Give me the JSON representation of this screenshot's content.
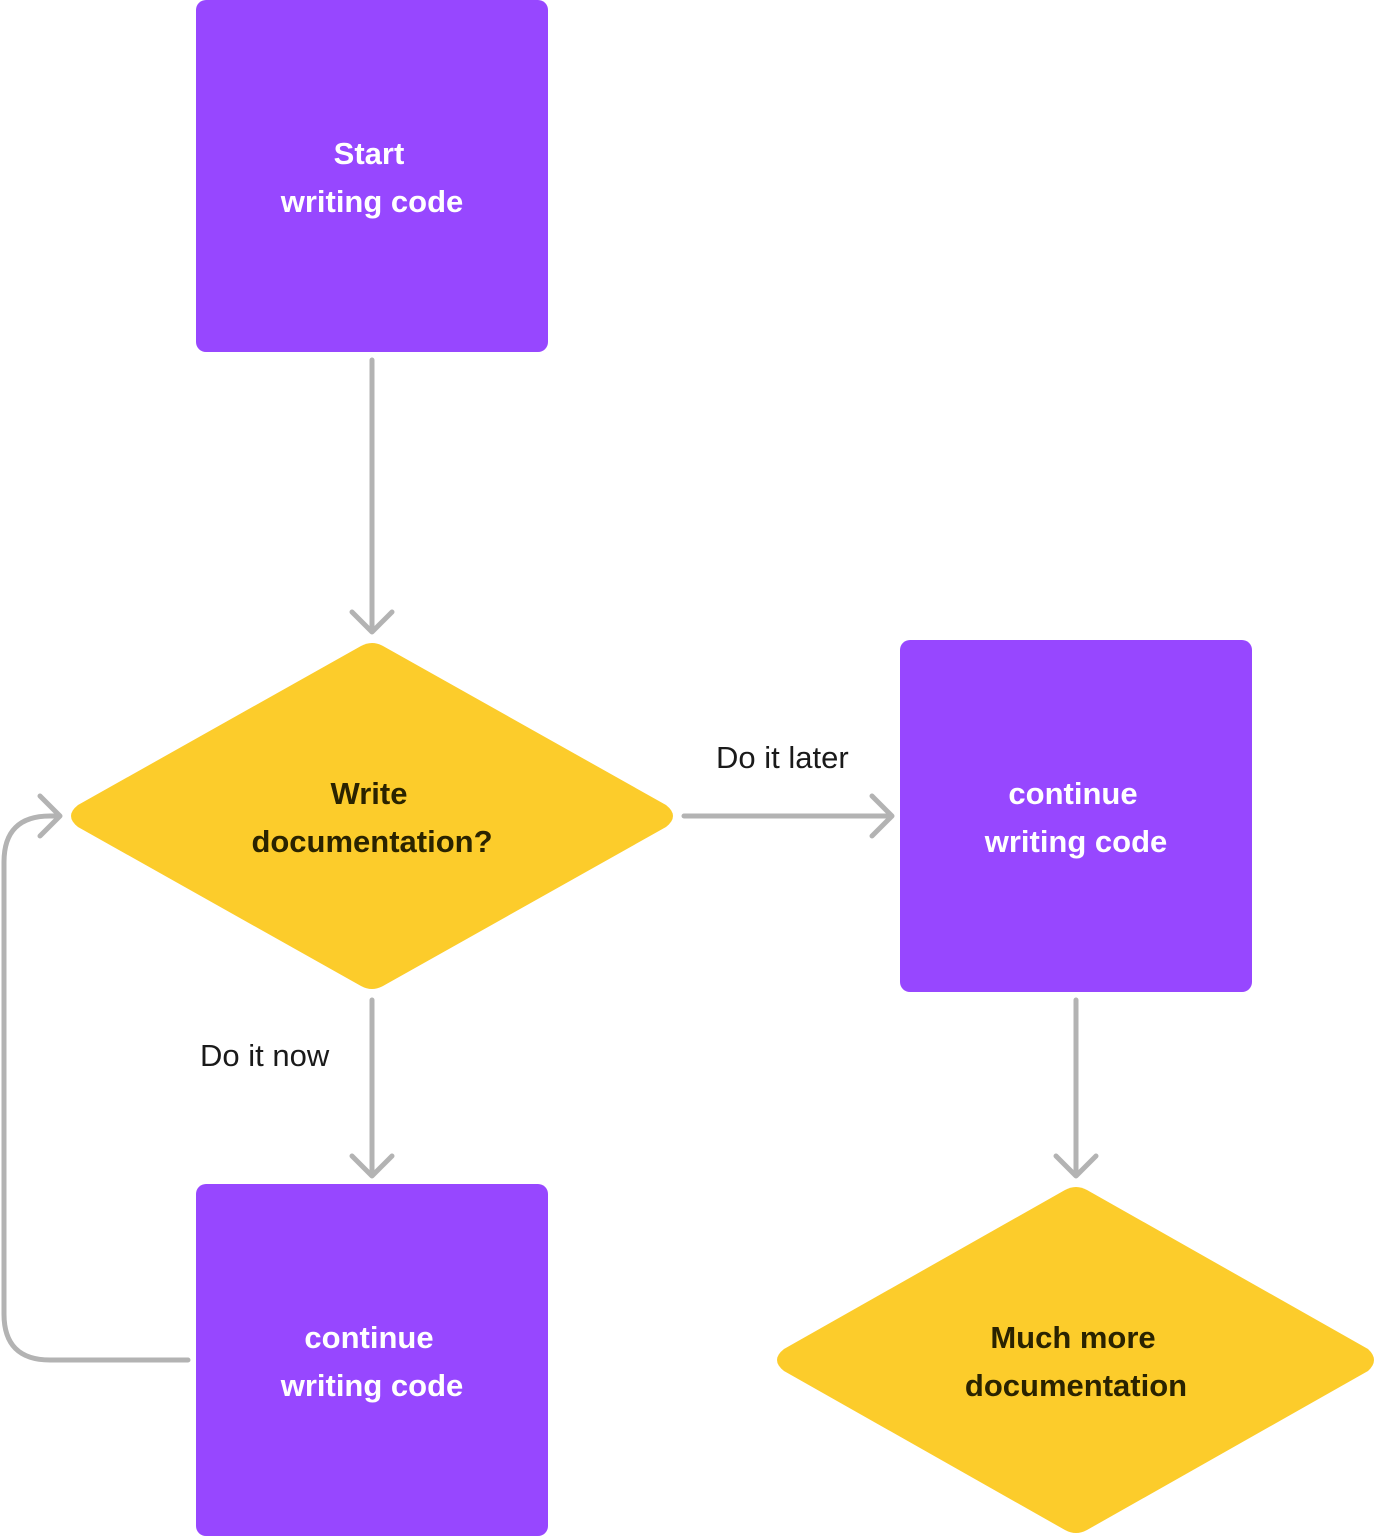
{
  "colors": {
    "process": "#9747FF",
    "decision": "#FCCC2B",
    "connector": "#B3B3B3",
    "process_text": "#FFFFFF",
    "decision_text": "#2A2300",
    "label_text": "#1A1A1A"
  },
  "nodes": {
    "start": {
      "shape": "rounded-rectangle",
      "line1": "Start",
      "line2": "writing code"
    },
    "decision": {
      "shape": "diamond",
      "line1": "Write",
      "line2": "documentation?"
    },
    "continue_right": {
      "shape": "rounded-rectangle",
      "line1": "continue",
      "line2": "writing code"
    },
    "continue_bottom": {
      "shape": "rounded-rectangle",
      "line1": "continue",
      "line2": "writing code"
    },
    "end": {
      "shape": "diamond",
      "line1": "Much more",
      "line2": "documentation"
    }
  },
  "edges": {
    "start_to_decision": {
      "from": "start",
      "to": "decision",
      "label": ""
    },
    "decision_to_right": {
      "from": "decision",
      "to": "continue_right",
      "label": "Do it later"
    },
    "decision_to_bottom": {
      "from": "decision",
      "to": "continue_bottom",
      "label": "Do it now"
    },
    "right_to_end": {
      "from": "continue_right",
      "to": "end",
      "label": ""
    },
    "bottom_loop_back": {
      "from": "continue_bottom",
      "to": "decision",
      "label": ""
    }
  }
}
